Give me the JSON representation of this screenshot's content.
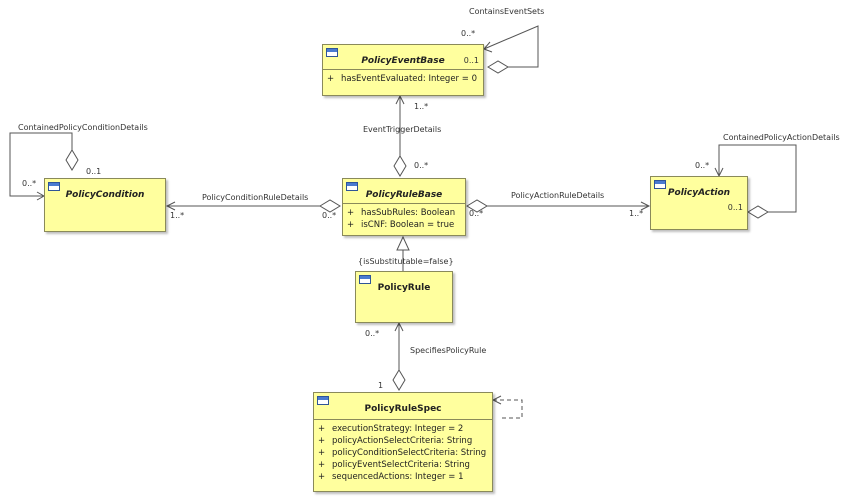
{
  "classes": {
    "policy_event_base": {
      "name": "PolicyEventBase",
      "multiplicity": "0..1",
      "attributes": [
        {
          "visibility": "+",
          "text": "hasEventEvaluated: Integer = 0"
        }
      ]
    },
    "policy_rule_base": {
      "name": "PolicyRuleBase",
      "attributes": [
        {
          "visibility": "+",
          "text": "hasSubRules: Boolean"
        },
        {
          "visibility": "+",
          "text": "isCNF: Boolean = true"
        }
      ]
    },
    "policy_condition": {
      "name": "PolicyCondition"
    },
    "policy_action": {
      "name": "PolicyAction",
      "multiplicity": "0..1"
    },
    "policy_rule": {
      "name": "PolicyRule"
    },
    "policy_rule_spec": {
      "name": "PolicyRuleSpec",
      "attributes": [
        {
          "visibility": "+",
          "text": "executionStrategy: Integer = 2"
        },
        {
          "visibility": "+",
          "text": "policyActionSelectCriteria: String"
        },
        {
          "visibility": "+",
          "text": "policyConditionSelectCriteria: String"
        },
        {
          "visibility": "+",
          "text": "policyEventSelectCriteria: String"
        },
        {
          "visibility": "+",
          "text": "sequencedActions: Integer = 1"
        }
      ]
    }
  },
  "associations": {
    "contains_event_sets": {
      "name": "ContainsEventSets",
      "mult_end": "0..*"
    },
    "event_trigger_details": {
      "name": "EventTriggerDetails",
      "mult_event": "1..*",
      "mult_rule": "0..*"
    },
    "contained_policy_condition_details": {
      "name": "ContainedPolicyConditionDetails",
      "mult_end": "0..*",
      "mult_whole": "0..1"
    },
    "policy_condition_rule_details": {
      "name": "PolicyConditionRuleDetails",
      "mult_condition": "1..*",
      "mult_rule": "0..*"
    },
    "policy_action_rule_details": {
      "name": "PolicyActionRuleDetails",
      "mult_rule": "0..*",
      "mult_action": "1..*"
    },
    "contained_policy_action_details": {
      "name": "ContainedPolicyActionDetails",
      "mult_end": "0..*"
    },
    "generalization": {
      "constraint": "{isSubstitutable=false}"
    },
    "specifies_policy_rule": {
      "name": "SpecifiesPolicyRule",
      "mult_rule": "0..*",
      "mult_spec": "1"
    }
  }
}
